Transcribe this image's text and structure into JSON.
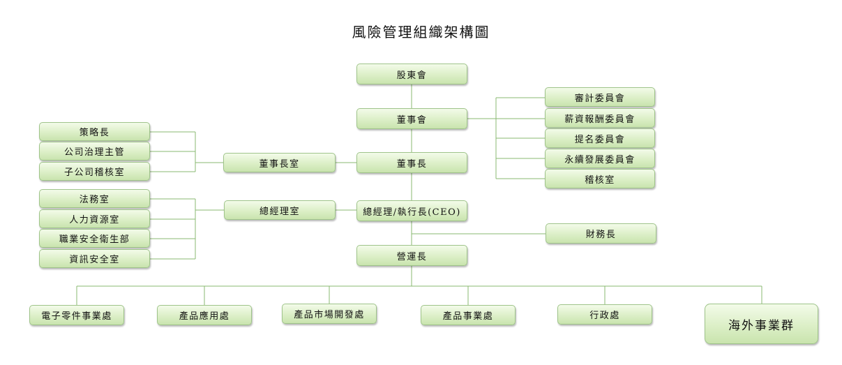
{
  "title": "風險管理組織架構圖",
  "colors": {
    "node_top": "#f3fbe9",
    "node_bottom": "#c9e4ae",
    "node_border": "#9fc48a",
    "connector": "#8ab870"
  },
  "nodes": {
    "shareholders": "股東會",
    "board": "董事會",
    "chairman": "董事長",
    "chairman_office": "董事長室",
    "ceo": "總經理/執行長(CEO)",
    "president_office": "總經理室",
    "coo": "營運長",
    "cfo": "財務長",
    "committees": [
      "審計委員會",
      "薪資報酬委員會",
      "提名委員會",
      "永續發展委員會",
      "稽核室"
    ],
    "chairman_units": [
      "策略長",
      "公司治理主管",
      "子公司稽核室"
    ],
    "president_units": [
      "法務室",
      "人力資源室",
      "職業安全衛生部",
      "資訊安全室"
    ],
    "divisions": [
      "電子零件事業處",
      "產品應用處",
      "產品市場開發處",
      "產品事業處",
      "行政處",
      "海外事業群"
    ]
  }
}
